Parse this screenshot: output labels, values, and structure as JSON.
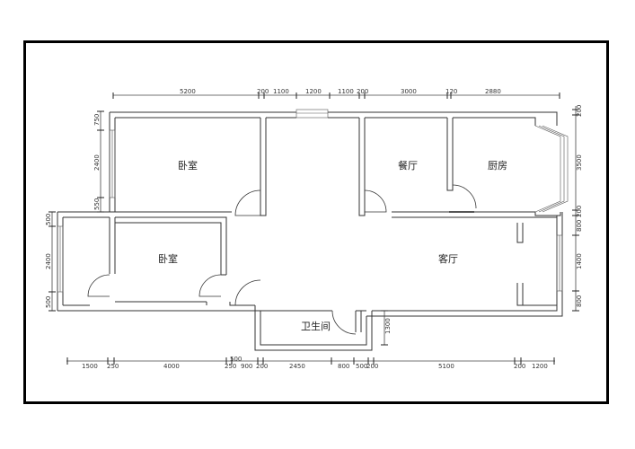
{
  "rooms": {
    "bedroom_top": "卧室",
    "bedroom_bottom": "卧室",
    "dining": "餐厅",
    "kitchen": "厨房",
    "living": "客厅",
    "bathroom": "卫生间"
  },
  "dimensions": {
    "top": [
      "5200",
      "200",
      "1100",
      "1200",
      "1100",
      "200",
      "3000",
      "120",
      "2880"
    ],
    "bottom": [
      "1500",
      "250",
      "4000",
      "250",
      "500",
      "900",
      "200",
      "2450",
      "800",
      "500",
      "200",
      "5100",
      "200",
      "1200"
    ],
    "left_upper": [
      "750",
      "2400",
      "550"
    ],
    "left_lower": [
      "500",
      "2400",
      "500"
    ],
    "right": [
      "200",
      "3500",
      "200",
      "800",
      "1400",
      "800"
    ],
    "bathroom_depth": "1300"
  }
}
